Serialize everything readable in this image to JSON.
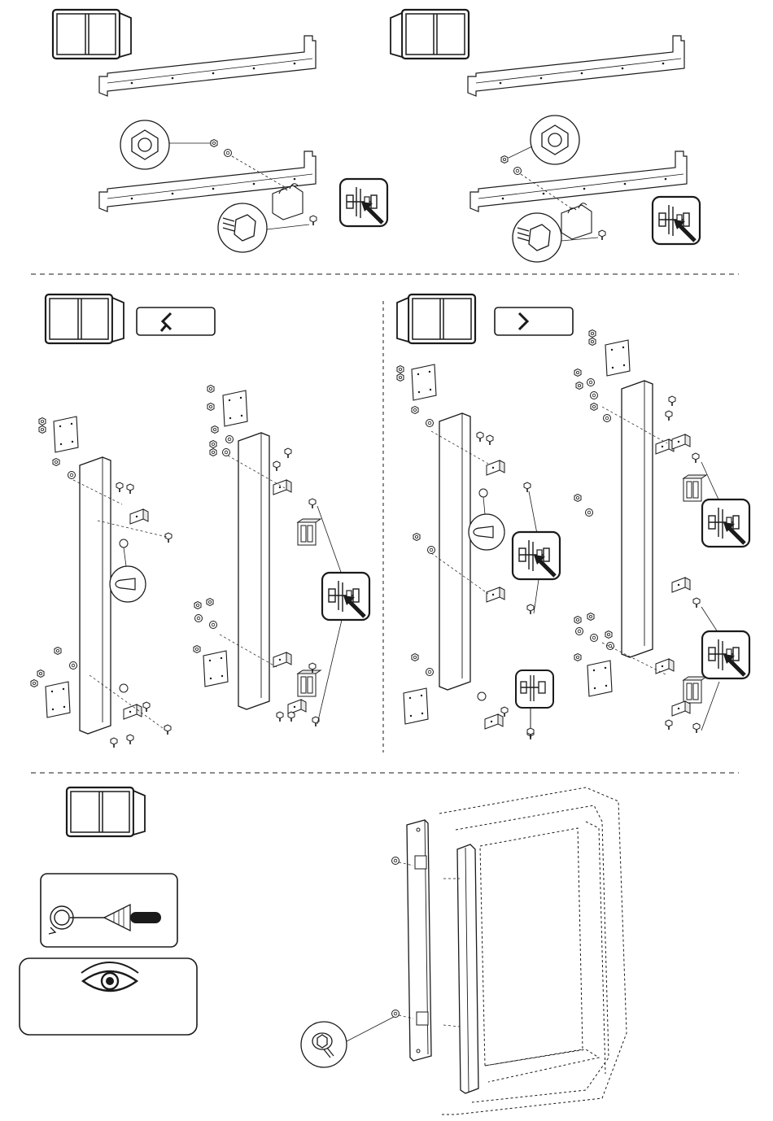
{
  "page": {
    "background": "#ffffff",
    "line_color": "#1a1a1a"
  },
  "sections": [
    {
      "id": "top-left",
      "icons": [
        "door-open-right-icon",
        "hex-nut-detail-icon",
        "hex-bolt-detail-icon",
        "bolt-assembly-callout-icon"
      ]
    },
    {
      "id": "top-right",
      "icons": [
        "door-open-left-icon",
        "hex-nut-detail-icon",
        "hex-bolt-detail-icon",
        "bolt-assembly-callout-icon"
      ]
    },
    {
      "id": "middle-left",
      "icons": [
        "door-open-right-icon",
        "chevron-left-icon",
        "plug-detail-icon",
        "bolt-assembly-callout-icon"
      ]
    },
    {
      "id": "middle-right",
      "icons": [
        "door-open-left-icon",
        "chevron-right-icon",
        "plug-detail-icon",
        "bolt-assembly-callout-icon",
        "washer-bolt-callout-icon"
      ]
    },
    {
      "id": "bottom",
      "icons": [
        "door-open-right-icon",
        "torque-wrench-icon",
        "eye-inspect-icon",
        "socket-screw-detail-icon",
        "cabinet-frame-icon"
      ]
    }
  ]
}
